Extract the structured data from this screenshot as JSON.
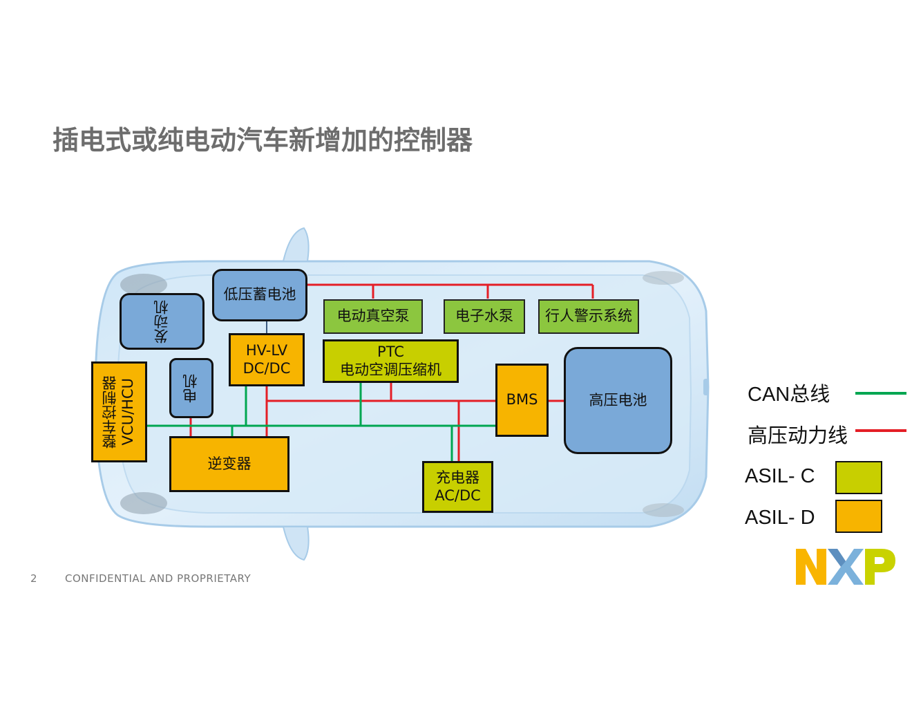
{
  "title": "插电式或纯电动汽车新增加的控制器",
  "nodes": {
    "engine": "发动机",
    "lv_battery": "低压蓄电池",
    "vacuum_pump": "电动真空泵",
    "water_pump": "电子水泵",
    "ped_warning": "行人警示系统",
    "motor": "电机",
    "dcdc_line1": "HV-LV",
    "dcdc_line2": "DC/DC",
    "ptc_line1": "PTC",
    "ptc_line2": "电动空调压缩机",
    "bms": "BMS",
    "hv_battery": "高压电池",
    "vcu_line1": "整车控制器",
    "vcu_line2": "VCU/HCU",
    "inverter": "逆变器",
    "charger_line1": "充电器",
    "charger_line2": "AC/DC"
  },
  "legend": {
    "can_label": "CAN总线",
    "hv_label": "高压动力线",
    "asil_c_label": "ASIL- C",
    "asil_d_label": "ASIL- D"
  },
  "colors": {
    "can_bus": "#00a651",
    "hv_line": "#e41e26",
    "asil_c": "#c8cf00",
    "asil_d": "#f7b400",
    "module_blue": "#7aa9d8",
    "aux_green": "#8cc63f",
    "title_gray": "#6d6d6d"
  },
  "footer": {
    "page_number": "2",
    "confidential": "CONFIDENTIAL AND PROPRIETARY"
  },
  "logo_text": "NXP"
}
